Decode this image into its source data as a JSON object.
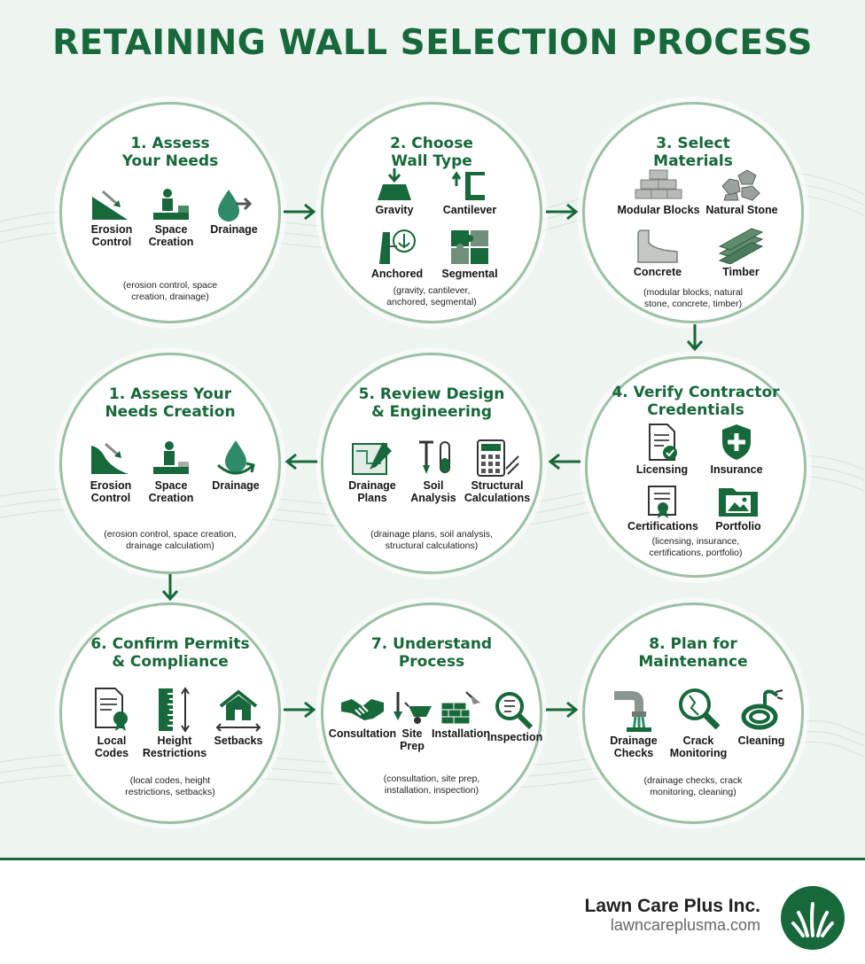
{
  "title": "RETAINING WALL SELECTION PROCESS",
  "steps": [
    {
      "title": "1. Assess\nYour Needs",
      "items": [
        {
          "label": "Erosion\nControl",
          "icon": "slope-arrow-icon"
        },
        {
          "label": "Space\nCreation",
          "icon": "person-platform-icon"
        },
        {
          "label": "Drainage",
          "icon": "water-drop-icon"
        }
      ],
      "caption": "(erosion control, space\ncreation, drainage)"
    },
    {
      "title": "2. Choose\nWall Type",
      "items": [
        {
          "label": "Gravity",
          "icon": "gravity-block-icon"
        },
        {
          "label": "Cantilever",
          "icon": "cantilever-wall-icon"
        },
        {
          "label": "Anchored",
          "icon": "anchor-icon"
        },
        {
          "label": "Segmental",
          "icon": "puzzle-icon"
        }
      ],
      "caption": "(gravity, cantilever,\nanchored, segmental)"
    },
    {
      "title": "3. Select\nMaterials",
      "items": [
        {
          "label": "Modular Blocks",
          "icon": "blocks-icon"
        },
        {
          "label": "Natural Stone",
          "icon": "stones-icon"
        },
        {
          "label": "Concrete",
          "icon": "concrete-icon"
        },
        {
          "label": "Timber",
          "icon": "timber-icon"
        }
      ],
      "caption": "(modular blocks, natural\nstone, concrete, timber)"
    },
    {
      "title": "4. Verify Contractor\nCredentials",
      "items": [
        {
          "label": "Licensing",
          "icon": "license-document-icon"
        },
        {
          "label": "Insurance",
          "icon": "shield-plus-icon"
        },
        {
          "label": "Certifications",
          "icon": "certificate-scroll-icon"
        },
        {
          "label": "Portfolio",
          "icon": "folder-image-icon"
        }
      ],
      "caption": "(licensing, insurance,\ncertifications, portfolio)"
    },
    {
      "title": "5. Review Design\n& Engineering",
      "items": [
        {
          "label": "Drainage\nPlans",
          "icon": "blueprint-icon"
        },
        {
          "label": "Soil\nAnalysis",
          "icon": "soil-test-icon"
        },
        {
          "label": "Structural\nCalculations",
          "icon": "calculator-icon"
        }
      ],
      "caption": "(drainage plans, soil analysis,\nstructural calculations)"
    },
    {
      "title": "1. Assess Your\nNeeds Creation",
      "items": [
        {
          "label": "Erosion\nControl",
          "icon": "slope-arrow-icon"
        },
        {
          "label": "Space\nCreation",
          "icon": "person-platform-icon"
        },
        {
          "label": "Drainage",
          "icon": "water-drop-icon"
        }
      ],
      "caption": "(erosion control, space creation,\ndrainage calculatiom)"
    },
    {
      "title": "6. Confirm Permits\n& Compliance",
      "items": [
        {
          "label": "Local\nCodes",
          "icon": "code-document-icon"
        },
        {
          "label": "Height\nRestrictions",
          "icon": "ruler-icon"
        },
        {
          "label": "Setbacks",
          "icon": "house-icon"
        }
      ],
      "caption": "(local codes, height\nrestrictions, setbacks)"
    },
    {
      "title": "7. Understand\nProcess",
      "items": [
        {
          "label": "Consultation",
          "icon": "handshake-icon"
        },
        {
          "label": "Site\nPrep",
          "icon": "shovel-wheelbarrow-icon"
        },
        {
          "label": "Installation",
          "icon": "brick-trowel-icon"
        },
        {
          "label": "Inspection",
          "icon": "magnifier-checklist-icon"
        }
      ],
      "caption": "(consultation, site prep,\ninstallation, inspection)"
    },
    {
      "title": "8. Plan for\nMaintenance",
      "items": [
        {
          "label": "Drainage\nChecks",
          "icon": "drain-pipe-icon"
        },
        {
          "label": "Crack\nMonitoring",
          "icon": "crack-magnifier-icon"
        },
        {
          "label": "Cleaning",
          "icon": "hose-icon"
        }
      ],
      "caption": "(drainage checks, crack\nmonitoring, cleaning)"
    }
  ],
  "footer": {
    "company": "Lawn Care Plus Inc.",
    "website": "lawncareplusma.com"
  },
  "colors": {
    "primary": "#17683a",
    "circle_border": "#9cbfa6",
    "background": "#eef4ef"
  }
}
